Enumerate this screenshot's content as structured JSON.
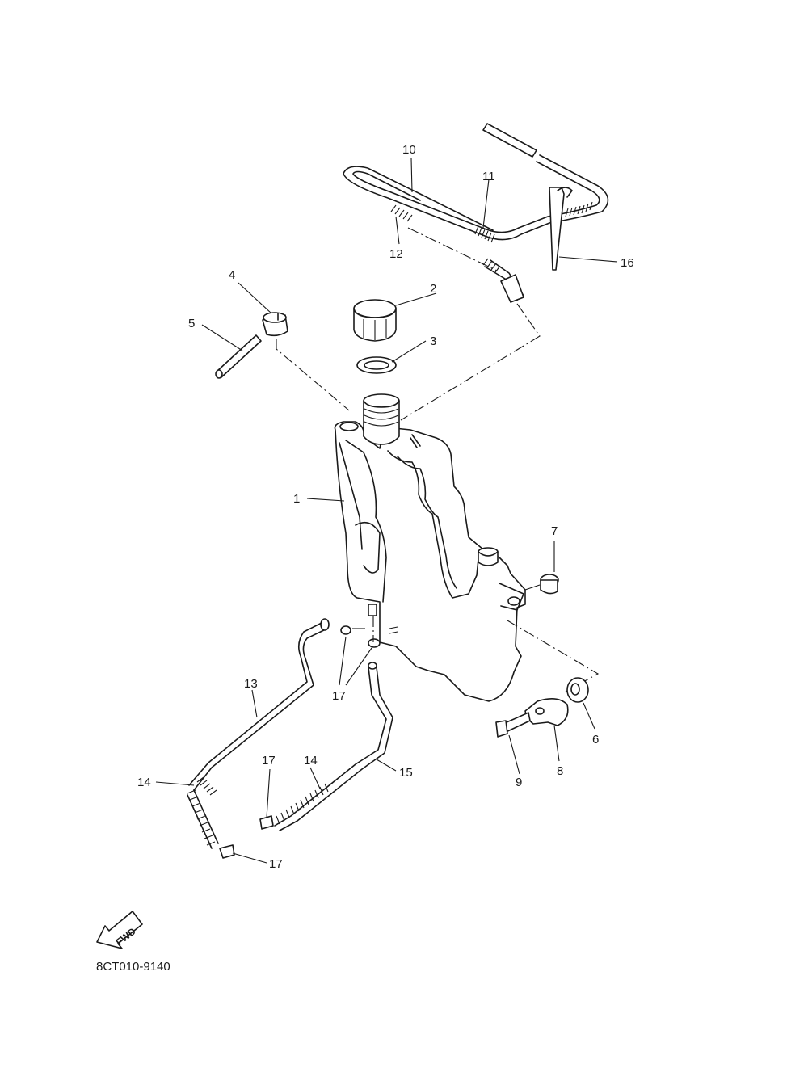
{
  "diagram": {
    "callouts": {
      "c1": "1",
      "c2": "2",
      "c3": "3",
      "c4": "4",
      "c5": "5",
      "c6": "6",
      "c7": "7",
      "c8": "8",
      "c9": "9",
      "c10": "10",
      "c11": "11",
      "c12": "12",
      "c13": "13",
      "c14a": "14",
      "c14b": "14",
      "c15": "15",
      "c16": "16",
      "c17a": "17",
      "c17b": "17",
      "c17c": "17"
    },
    "fwd_label": "FWD",
    "figure_code": "8CT010-9140"
  }
}
